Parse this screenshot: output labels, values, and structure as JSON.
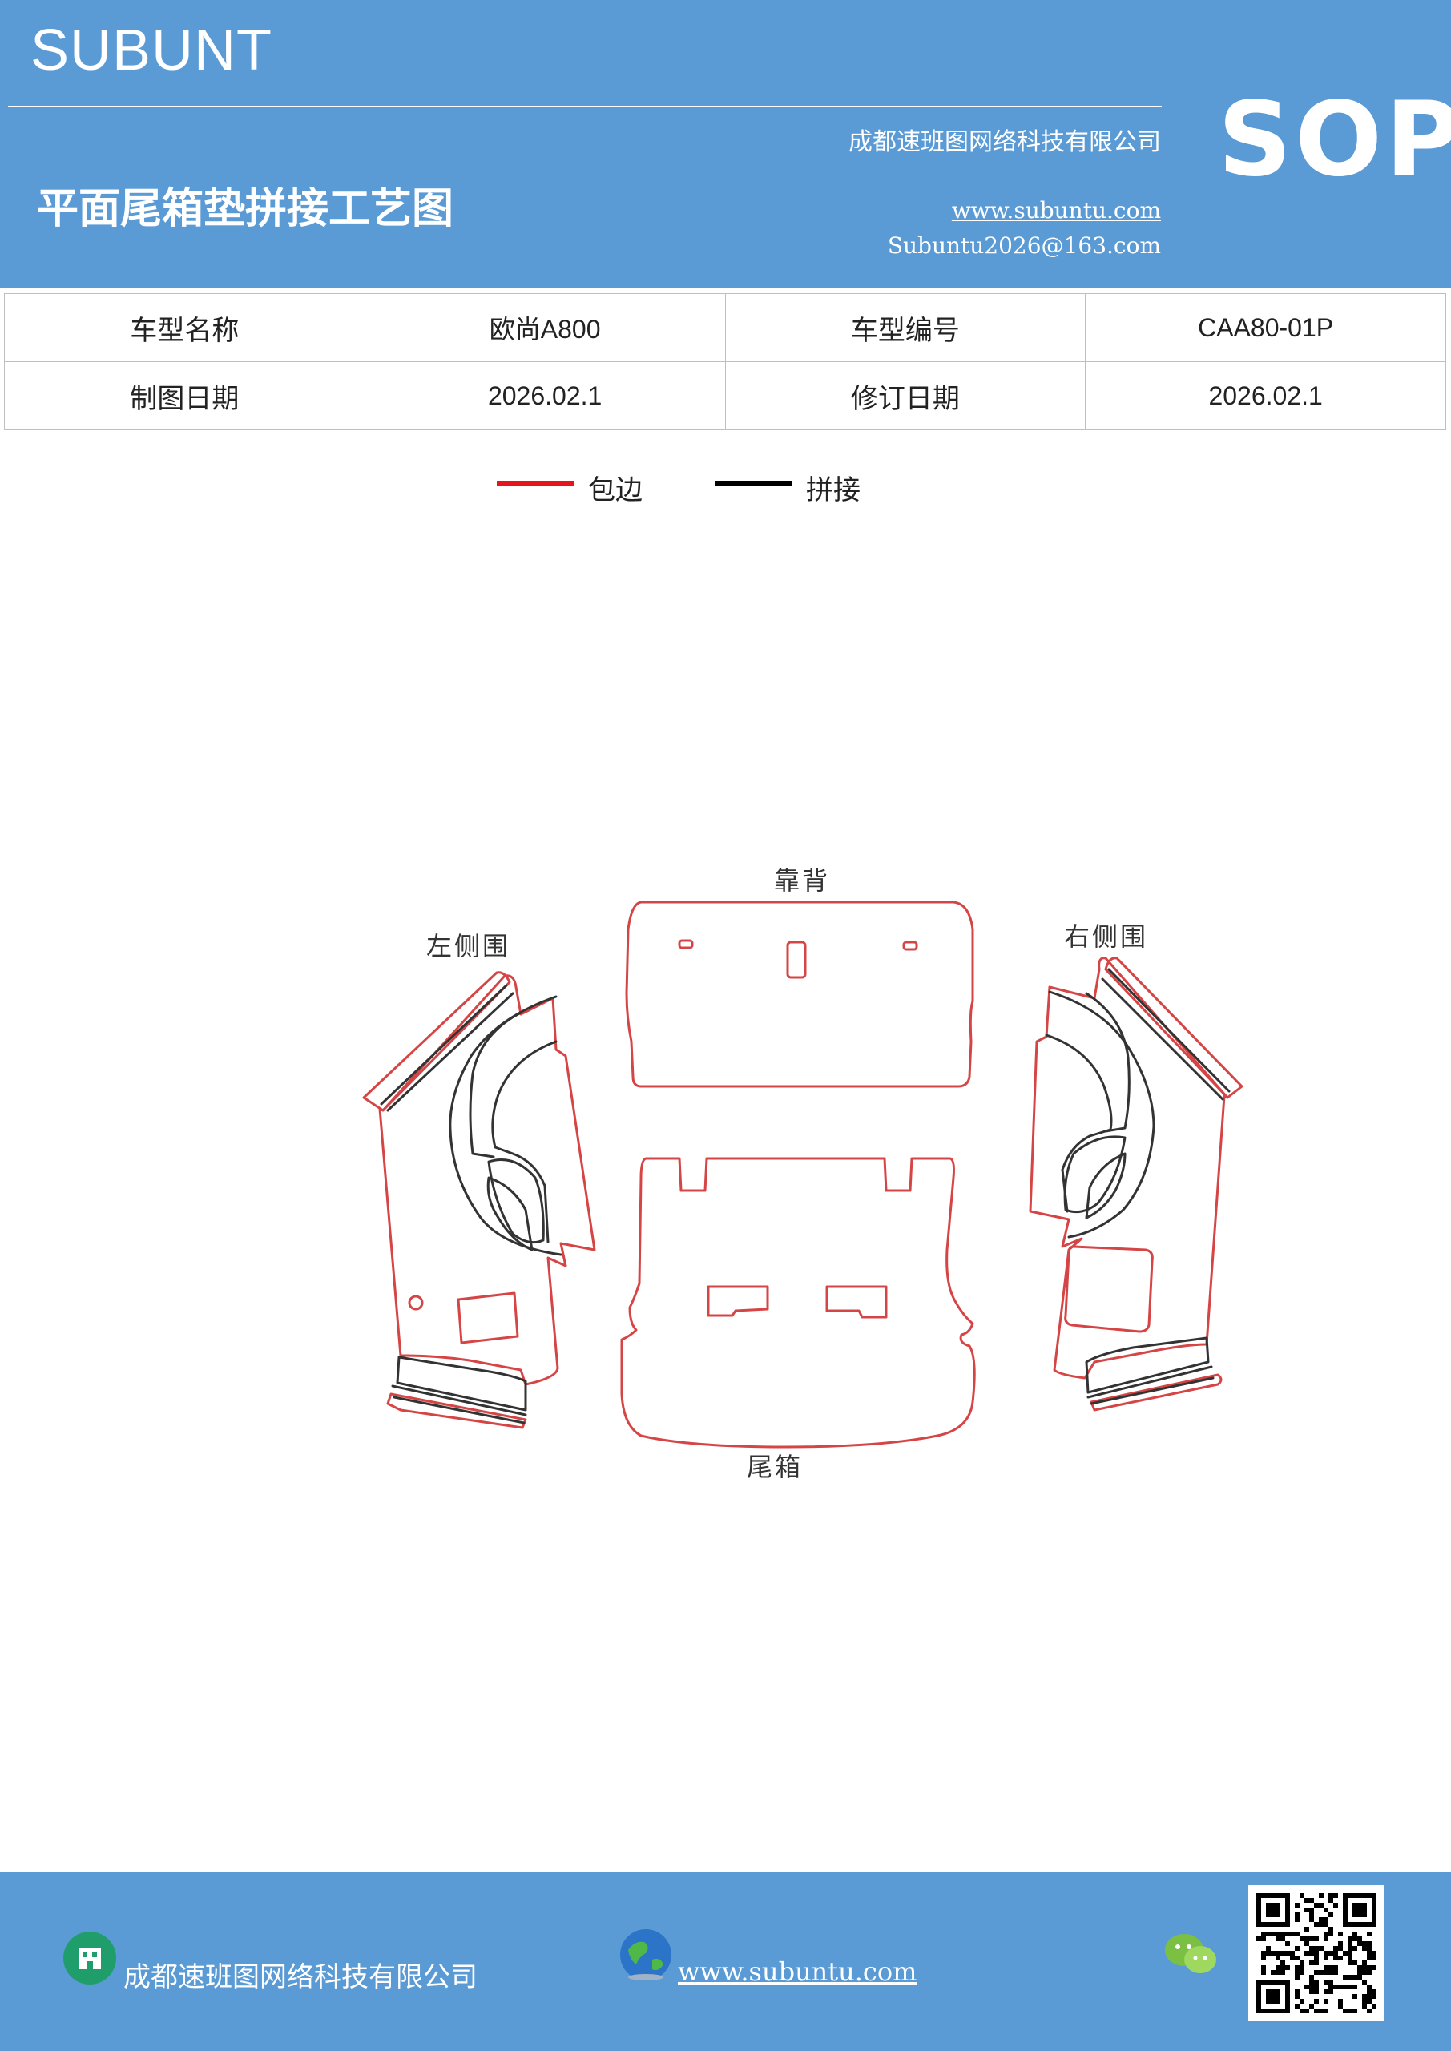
{
  "header": {
    "brand": "SUBUNT",
    "company": "成都速班图网络科技有限公司",
    "title": "平面尾箱垫拼接工艺图",
    "website": "www.subuntu.com",
    "email": "Subuntu2026@163.com",
    "badge": "SOP"
  },
  "info_table": {
    "rows": [
      [
        {
          "label": "车型名称",
          "value": "欧尚A800"
        },
        {
          "label": "车型编号",
          "value": "CAA80-01P"
        }
      ],
      [
        {
          "label": "制图日期",
          "value": "2026.02.1"
        },
        {
          "label": "修订日期",
          "value": "2026.02.1"
        }
      ]
    ]
  },
  "legend": [
    {
      "label": "包边",
      "color": "#e8141c"
    },
    {
      "label": "拼接",
      "color": "#000000"
    }
  ],
  "diagram": {
    "parts": {
      "backrest": "靠背",
      "left_side": "左侧围",
      "right_side": "右侧围",
      "trunk": "尾箱"
    },
    "colors": {
      "edge": "#d64545",
      "seam": "#333333"
    }
  },
  "footer": {
    "company": "成都速班图网络科技有限公司",
    "website": "www.subuntu.com"
  },
  "colors": {
    "brand_blue": "#5b9bd5"
  }
}
